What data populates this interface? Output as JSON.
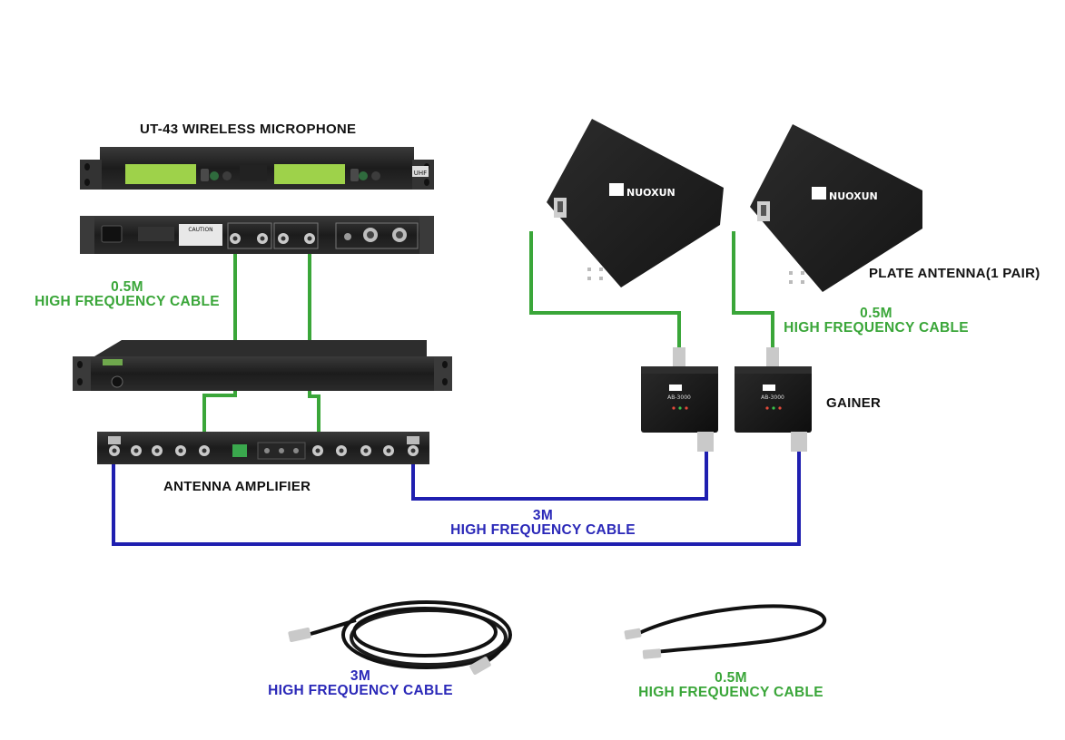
{
  "title": "UT-43 WIRELESS MICROPHONE",
  "labels": {
    "antenna_amplifier": "ANTENNA AMPLIFIER",
    "plate_antenna": "PLATE ANTENNA(1 PAIR)",
    "gainer": "GAINER"
  },
  "cables": {
    "left_green": {
      "length": "0.5M",
      "type": "HIGH FREQUENCY CABLE"
    },
    "right_green": {
      "length": "0.5M",
      "type": "HIGH FREQUENCY CABLE"
    },
    "blue_main": {
      "length": "3M",
      "type": "HIGH FREQUENCY CABLE"
    },
    "sample_blue": {
      "length": "3M",
      "type": "HIGH FREQUENCY CABLE"
    },
    "sample_green": {
      "length": "0.5M",
      "type": "HIGH FREQUENCY CABLE"
    }
  },
  "device_text": {
    "brand": "NUOXUN",
    "gainer_model": "AB-3000",
    "uhf_badge": "UHF",
    "caution": "CAUTION"
  },
  "colors": {
    "green_cable": "#3aa639",
    "blue_cable": "#1f1fb0",
    "device_body": "#1a1a1a",
    "lcd": "#9ed24a"
  }
}
